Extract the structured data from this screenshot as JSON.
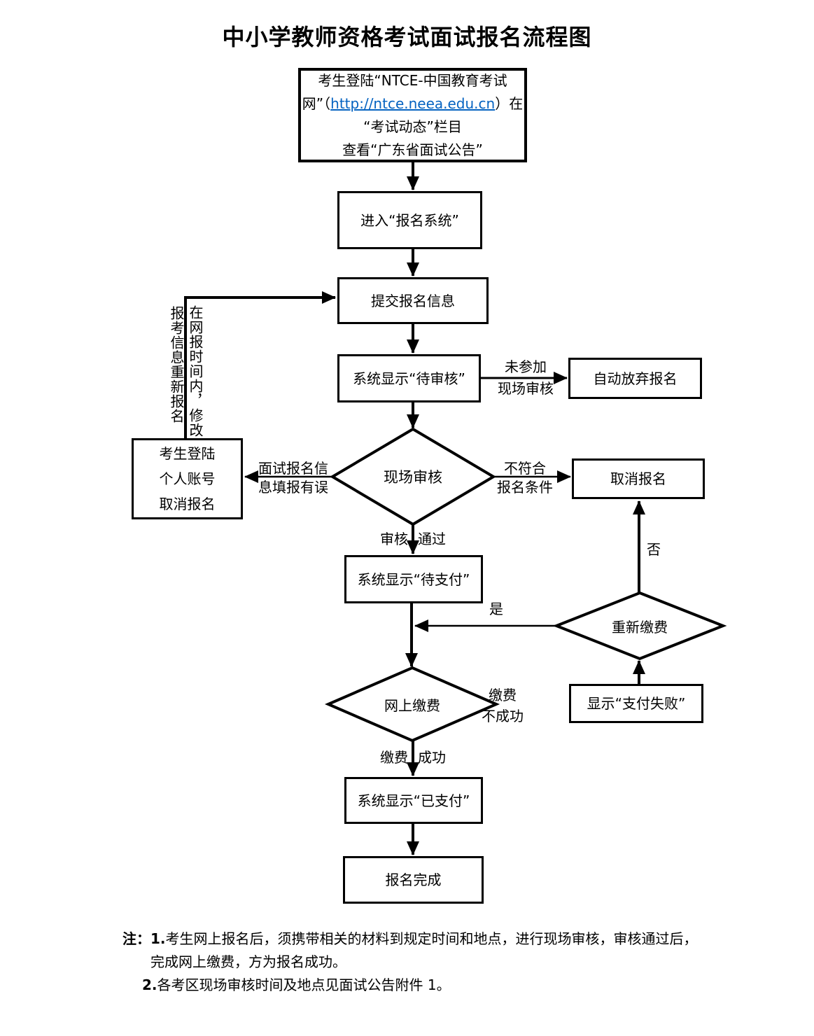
{
  "title": "中小学教师资格考试面试报名流程图",
  "nodes": {
    "start": {
      "line1": "考生登陆“NTCE-中国教育考试",
      "line2_prefix": "网”（",
      "link": "http://ntce.neea.edu.cn",
      "line2_suffix": "）在",
      "line3": "“考试动态”栏目",
      "line4": "查看“广东省面试公告”"
    },
    "enter_system": "进入“报名系统”",
    "submit_info": "提交报名信息",
    "pending_review": "系统显示“待审核”",
    "auto_abandon": "自动放弃报名",
    "onsite_review": "现场审核",
    "cancel_account": [
      "考生登陆",
      "个人账号",
      "取消报名"
    ],
    "cancel_signup": "取消报名",
    "pending_payment": "系统显示“待支付”",
    "repay": "重新缴费",
    "online_payment": "网上缴费",
    "payment_failed": "显示“支付失败”",
    "paid": "系统显示“已支付”",
    "complete": "报名完成"
  },
  "edge_labels": {
    "no_onsite_line1": "未参加",
    "no_onsite_line2": "现场审核",
    "wrong_info_line1": "面试报名信",
    "wrong_info_line2": "息填报有误",
    "not_qualified_line1": "不符合",
    "not_qualified_line2": "报名条件",
    "review_left": "审核",
    "review_right": "通过",
    "resubmit_vertical": "报考信息重新报名",
    "modify_vertical": "在网报时间内，修改",
    "yes": "是",
    "no": "否",
    "pay_fail_line1": "缴费",
    "pay_fail_line2": "不成功",
    "pay_success_left": "缴费",
    "pay_success_right": "成功"
  },
  "notes": {
    "prefix": "注：",
    "item1_num": "1.",
    "item1_line1": "考生网上报名后，须携带相关的材料到规定时间和地点，进行现场审核，审核通过后，",
    "item1_line2": "完成网上缴费，方为报名成功。",
    "item2_num": "2.",
    "item2_text": "各考区现场审核时间及地点见面试公告附件 1。"
  },
  "colors": {
    "line": "#000000",
    "link": "#0563C1",
    "background": "#FFFFFF"
  }
}
